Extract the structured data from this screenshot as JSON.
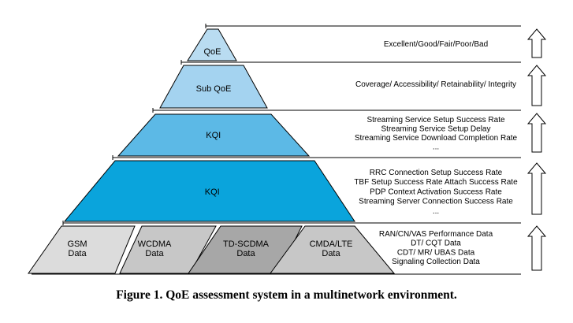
{
  "levels": [
    {
      "label": "QoE",
      "fill": "#b9dcf1",
      "descriptions": [
        "Excellent/Good/Fair/Poor/Bad"
      ]
    },
    {
      "label": "Sub QoE",
      "fill": "#a4d3f0",
      "descriptions": [
        "Coverage/ Accessibility/ Retainability/ Integrity"
      ]
    },
    {
      "label": "KQI",
      "fill": "#5cb9e6",
      "descriptions": [
        "Streaming Service Setup Success Rate",
        "Streaming Service Setup Delay",
        "Streaming Service Download Completion Rate",
        "..."
      ]
    },
    {
      "label": "KQI",
      "fill": "#0aa4dc",
      "descriptions": [
        "RRC Connection Setup Success Rate",
        "TBF Setup Success Rate Attach Success Rate",
        "PDP Context Activation Success Rate",
        "Streaming Server Connection Success Rate",
        "..."
      ]
    }
  ],
  "data_sources": [
    {
      "name": "GSM",
      "sub": "Data",
      "fill": "#dcdcdc"
    },
    {
      "name": "WCDMA",
      "sub": "Data",
      "fill": "#c7c7c7"
    },
    {
      "name": "TD-SCDMA",
      "sub": "Data",
      "fill": "#a7a7a7"
    },
    {
      "name": "CMDA/LTE",
      "sub": "Data",
      "fill": "#c7c7c7"
    }
  ],
  "data_descriptions": [
    "RAN/CN/VAS Performance Data",
    "DT/ CQT Data",
    "CDT/ MR/ UBAS Data",
    "Signaling Collection Data"
  ],
  "caption": "Figure 1. QoE assessment system in a multinetwork environment."
}
